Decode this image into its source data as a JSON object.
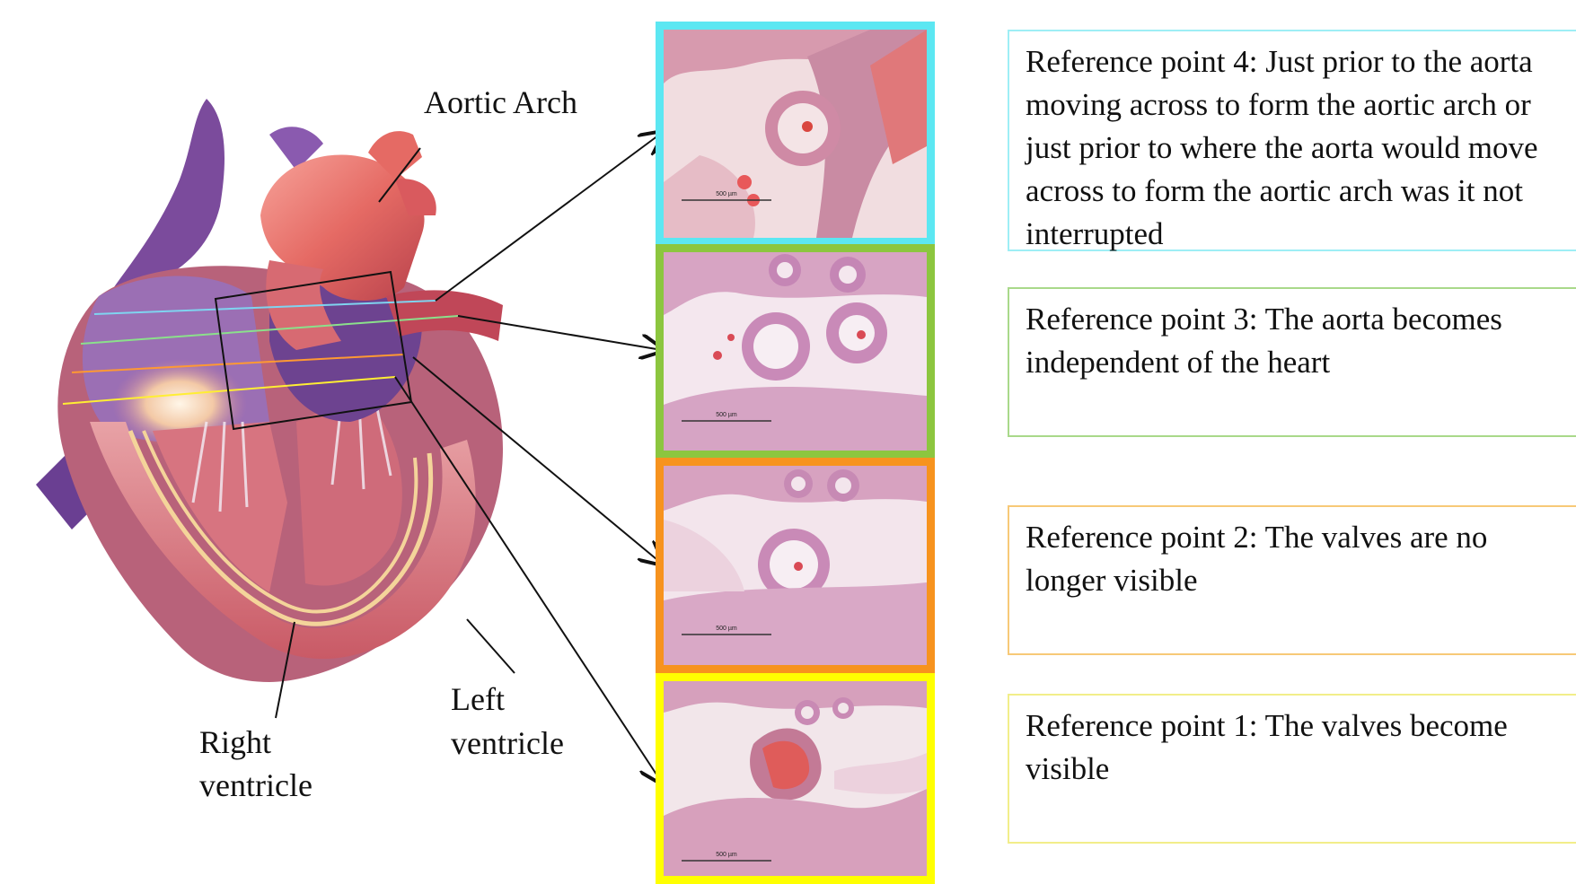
{
  "labels": {
    "aortic_arch": "Aortic Arch",
    "left_ventricle_line1": "Left",
    "left_ventricle_line2": "ventricle",
    "right_ventricle_line1": "Right",
    "right_ventricle_line2": "ventricle"
  },
  "micrographs": [
    {
      "scale_bar": "500 µm",
      "border_color": "#5ce7f2"
    },
    {
      "scale_bar": "500 µm",
      "border_color": "#8cc63f"
    },
    {
      "scale_bar": "500 µm",
      "border_color": "#f7931e"
    },
    {
      "scale_bar": "500 µm",
      "border_color": "#ffff00"
    }
  ],
  "reference_points": [
    {
      "text": "Reference point 4: Just prior to the aorta moving across to form the aortic arch or just prior to where the aorta would move across to form the aortic arch was it not interrupted",
      "border_color": "#9eeef5"
    },
    {
      "text": "Reference point 3: The aorta becomes independent of the heart",
      "border_color": "#a9d98a"
    },
    {
      "text": "Reference point 2: The valves are no longer visible",
      "border_color": "#f7c978"
    },
    {
      "text": "Reference point 1: The valves become visible",
      "border_color": "#f2ee8a"
    }
  ],
  "section_lines": [
    {
      "color": "#7fd4f0"
    },
    {
      "color": "#8be08b"
    },
    {
      "color": "#ff9933"
    },
    {
      "color": "#ffee33"
    }
  ]
}
